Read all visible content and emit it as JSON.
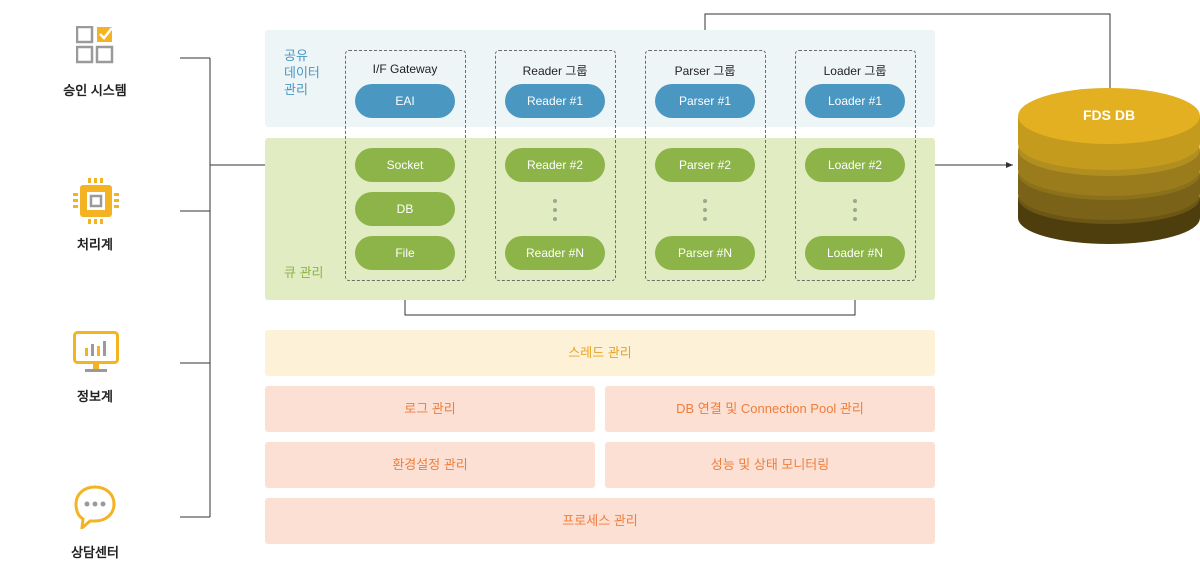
{
  "sources": [
    {
      "label": "승인 시스템",
      "icon": "approval-checklist-icon"
    },
    {
      "label": "처리계",
      "icon": "chip-icon"
    },
    {
      "label": "정보계",
      "icon": "monitor-chart-icon"
    },
    {
      "label": "상담센터",
      "icon": "chat-bubble-icon"
    }
  ],
  "shared": {
    "label_lines": [
      "공유",
      "데이터",
      "관리"
    ]
  },
  "queue": {
    "label": "큐 관리"
  },
  "groups": [
    {
      "title": "I/F Gateway",
      "top_item": "EAI",
      "items": [
        "Socket",
        "DB",
        "File"
      ],
      "has_ellipsis": false
    },
    {
      "title": "Reader 그룹",
      "top_item": "Reader #1",
      "items": [
        "Reader #2",
        "Reader #N"
      ],
      "has_ellipsis": true
    },
    {
      "title": "Parser 그룹",
      "top_item": "Parser #1",
      "items": [
        "Parser #2",
        "Parser #N"
      ],
      "has_ellipsis": true
    },
    {
      "title": "Loader 그룹",
      "top_item": "Loader #1",
      "items": [
        "Loader #2",
        "Loader #N"
      ],
      "has_ellipsis": true
    }
  ],
  "db": {
    "label": "FDS DB"
  },
  "management": {
    "thread": "스레드 관리",
    "log": "로그 관리",
    "db_connection": "DB 연결 및 Connection Pool 관리",
    "env": "환경설정 관리",
    "monitoring": "성능 및 상태 모니터링",
    "process": "프로세스 관리"
  },
  "colors": {
    "shared_bg": "#eef5f7",
    "queue_bg": "#e1ecc3",
    "blue_pill": "#4a97c2",
    "green_pill": "#8db449",
    "db_gold": "#e3b022",
    "thread_bg": "#fdf1d8",
    "mgmt_bg": "#fbe0d3",
    "mgmt_text": "#f07d3d"
  }
}
